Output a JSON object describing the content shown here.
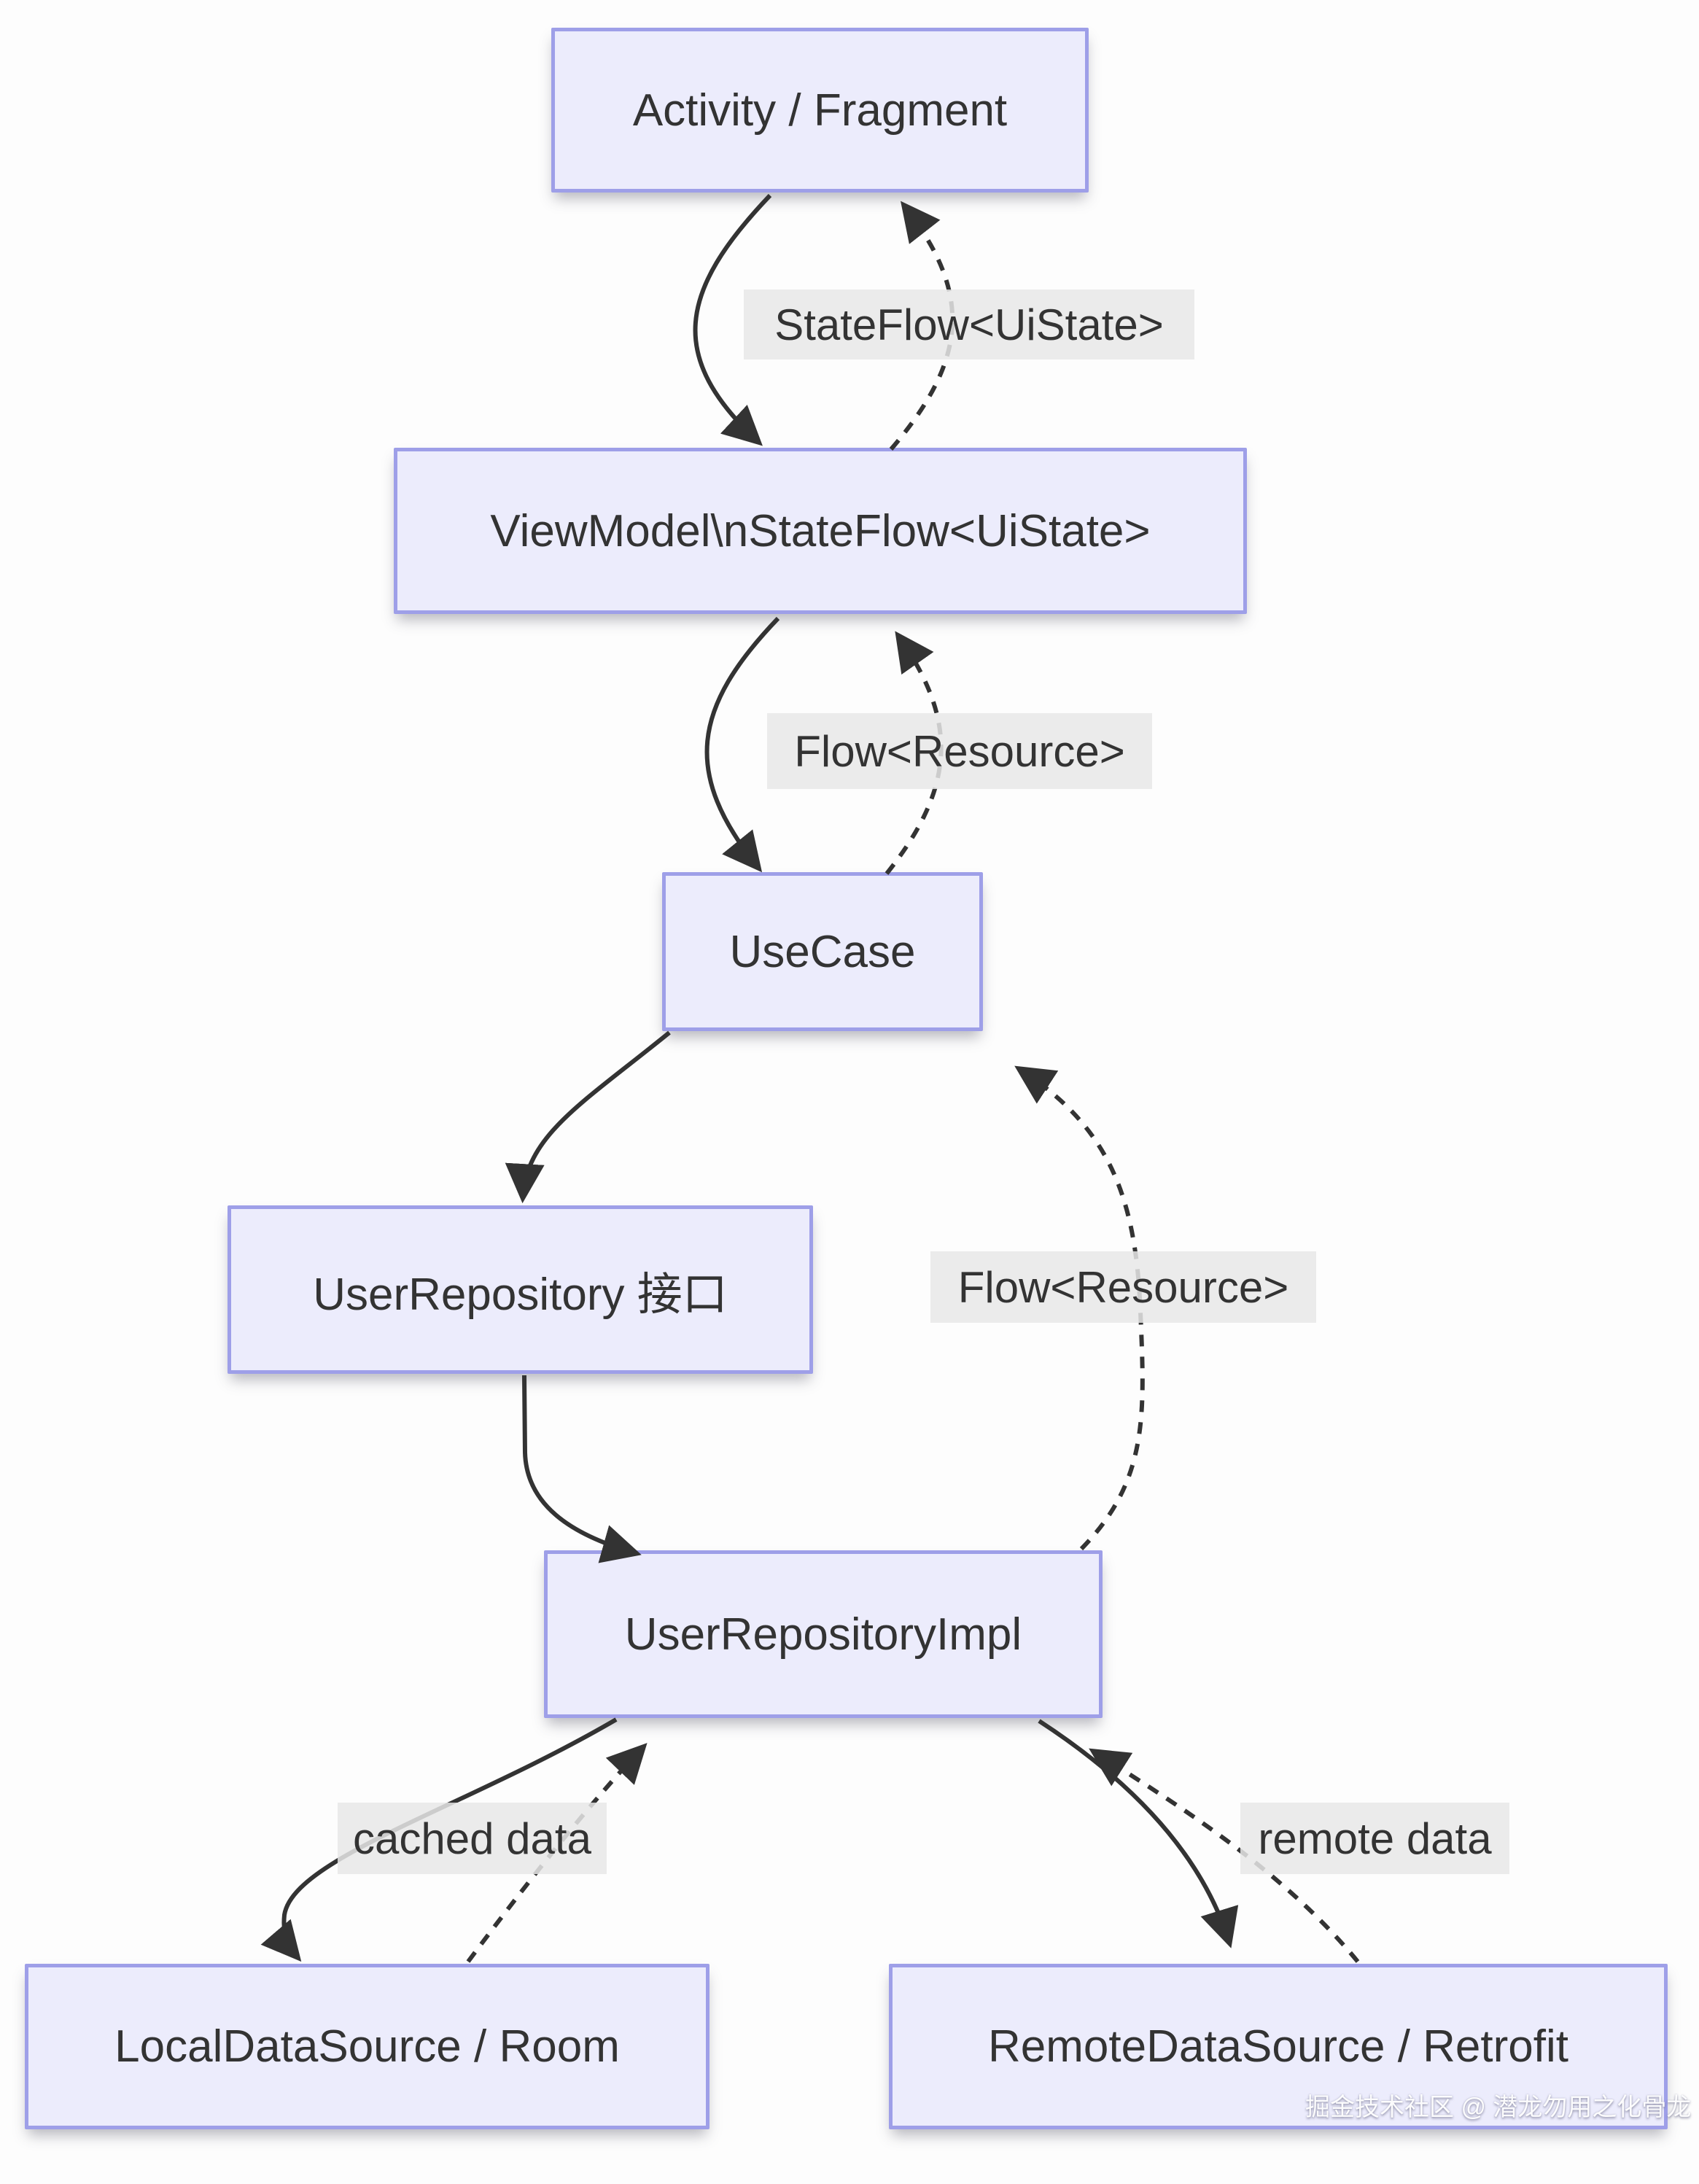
{
  "diagram": {
    "type": "flowchart",
    "direction": "top-down",
    "nodes": [
      {
        "id": "activity",
        "label": "Activity / Fragment"
      },
      {
        "id": "viewmodel",
        "label": "ViewModel\\nStateFlow<UiState>"
      },
      {
        "id": "usecase",
        "label": "UseCase"
      },
      {
        "id": "userRepository",
        "label": "UserRepository 接口"
      },
      {
        "id": "userRepositoryImpl",
        "label": "UserRepositoryImpl"
      },
      {
        "id": "localDataSource",
        "label": "LocalDataSource / Room"
      },
      {
        "id": "remoteDataSource",
        "label": "RemoteDataSource / Retrofit"
      }
    ],
    "edge_labels": [
      {
        "id": "stateflow",
        "text": "StateFlow<UiState>"
      },
      {
        "id": "flow-upper",
        "text": "Flow<Resource>"
      },
      {
        "id": "flow-lower",
        "text": "Flow<Resource>"
      },
      {
        "id": "cached",
        "text": "cached data"
      },
      {
        "id": "remote",
        "text": "remote data"
      }
    ],
    "edges": [
      {
        "from": "activity",
        "to": "viewmodel",
        "style": "solid",
        "label": ""
      },
      {
        "from": "viewmodel",
        "to": "activity",
        "style": "dashed",
        "label": "StateFlow<UiState>"
      },
      {
        "from": "viewmodel",
        "to": "usecase",
        "style": "solid",
        "label": ""
      },
      {
        "from": "usecase",
        "to": "viewmodel",
        "style": "dashed",
        "label": "Flow<Resource>"
      },
      {
        "from": "usecase",
        "to": "userRepository",
        "style": "solid",
        "label": ""
      },
      {
        "from": "userRepositoryImpl",
        "to": "usecase",
        "style": "dashed",
        "label": "Flow<Resource>"
      },
      {
        "from": "userRepository",
        "to": "userRepositoryImpl",
        "style": "solid",
        "label": ""
      },
      {
        "from": "userRepositoryImpl",
        "to": "localDataSource",
        "style": "solid",
        "label": ""
      },
      {
        "from": "localDataSource",
        "to": "userRepositoryImpl",
        "style": "dashed",
        "label": "cached data"
      },
      {
        "from": "userRepositoryImpl",
        "to": "remoteDataSource",
        "style": "solid",
        "label": ""
      },
      {
        "from": "remoteDataSource",
        "to": "userRepositoryImpl",
        "style": "dashed",
        "label": "remote data"
      }
    ],
    "colors": {
      "node_fill": "#ECECFC",
      "node_border": "#9E9FE8",
      "label_background": "#E7E7E7",
      "line": "#333333",
      "text": "#333333",
      "background": "#FDFDFD"
    },
    "watermark": "掘金技术社区 @ 潜龙勿用之化骨龙"
  }
}
